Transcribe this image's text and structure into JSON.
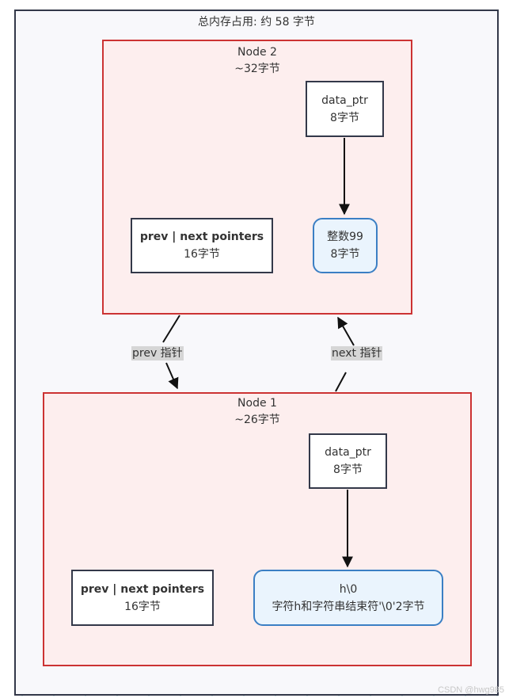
{
  "outer": {
    "title": "总内存占用: 约 58 字节"
  },
  "node2": {
    "title": "Node 2",
    "size": "~32字节",
    "data_ptr": {
      "label": "data_ptr",
      "size": "8字节"
    },
    "pointers": {
      "label": "prev | next pointers",
      "size": "16字节"
    },
    "value": {
      "label": "整数99",
      "size": "8字节"
    }
  },
  "node1": {
    "title": "Node 1",
    "size": "~26字节",
    "data_ptr": {
      "label": "data_ptr",
      "size": "8字节"
    },
    "pointers": {
      "label": "prev | next pointers",
      "size": "16字节"
    },
    "value": {
      "label": "h\\0",
      "size": "字符h和字符串结束符'\\0'2字节"
    }
  },
  "edges": {
    "prev_label": "prev 指针",
    "next_label": "next 指针"
  },
  "watermark": "CSDN @hwg985",
  "colors": {
    "node_border": "#cc3333",
    "node_fill": "#fdeeee",
    "value_border": "#3b7fc4",
    "value_fill": "#eaf4fd"
  }
}
